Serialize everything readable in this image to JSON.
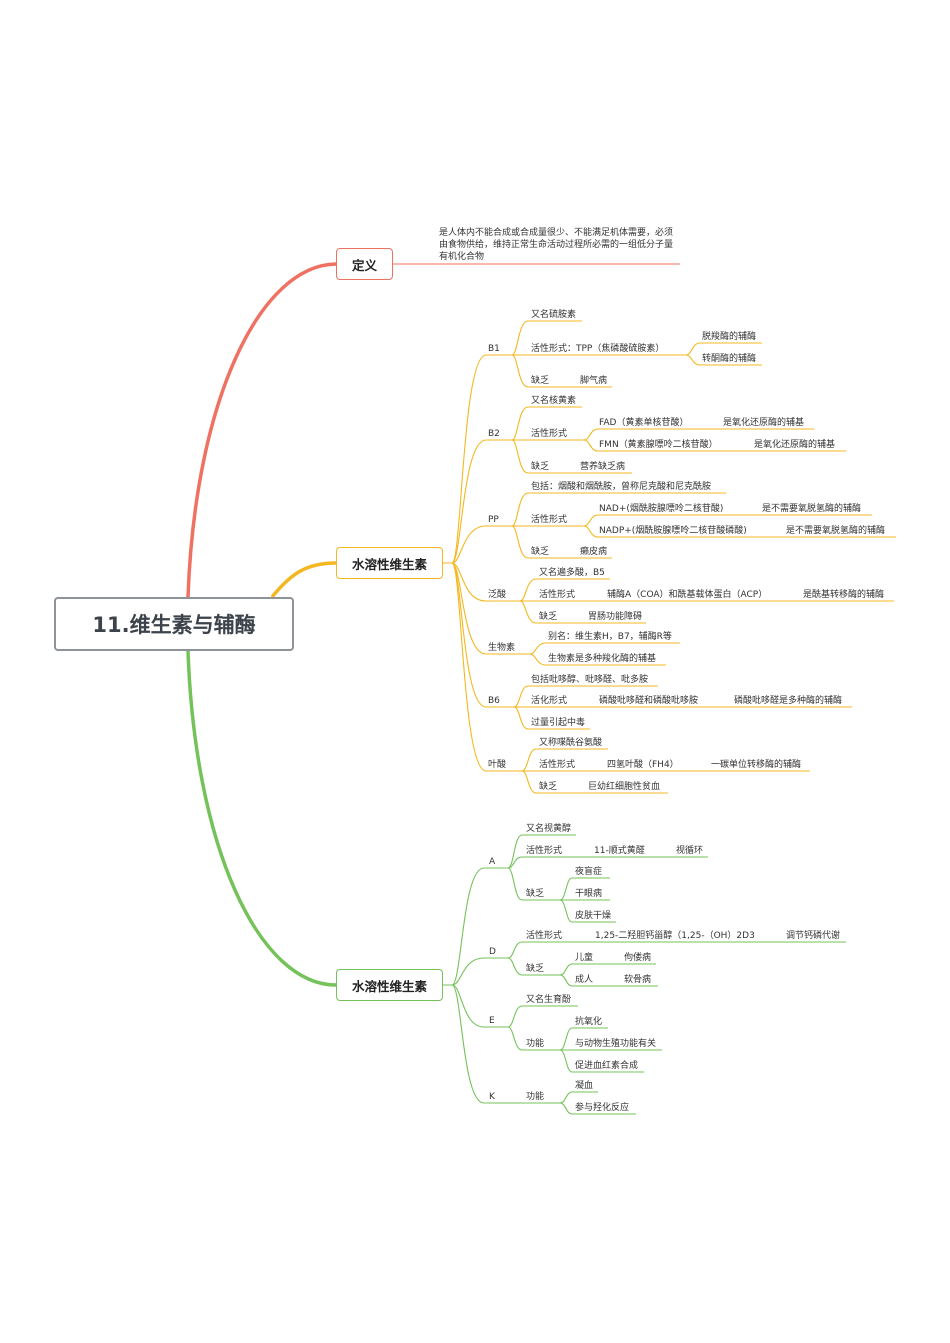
{
  "root": "11.维生素与辅酶",
  "colors": {
    "red": "#ef7162",
    "orange": "#f4b71f",
    "green": "#74c259"
  },
  "definition": {
    "title": "定义",
    "text": "是人体内不能合成或合成量很少、不能满足机体需要，必须由食物供给，维持正常生命活动过程所必需的一组低分子量有机化合物"
  },
  "water": {
    "title": "水溶性维生素",
    "b1": {
      "name": "B1",
      "alias": "又名硫胺素",
      "active_label": "活性形式：TPP（焦磷酸硫胺素）",
      "active_items": [
        "脱羧酶的辅酶",
        "转酮酶的辅酶"
      ],
      "lack_label": "缺乏",
      "lack": "脚气病"
    },
    "b2": {
      "name": "B2",
      "alias": "又名核黄素",
      "active_label": "活性形式",
      "fad": "FAD（黄素单核苷酸）",
      "fad_role": "是氧化还原酶的辅基",
      "fmn": "FMN（黄素腺嘌呤二核苷酸）",
      "fmn_role": "是氧化还原酶的辅基",
      "lack_label": "缺乏",
      "lack": "营养缺乏病"
    },
    "pp": {
      "name": "PP",
      "include": "包括：烟酸和烟酰胺，曾称尼克酸和尼克酰胺",
      "active_label": "活性形式",
      "nad": "NAD+(烟酰胺腺嘌呤二核苷酸)",
      "nad_role": "是不需要氧脱氢酶的辅酶",
      "nadp": "NADP+(烟酰胺腺嘌呤二核苷酸磷酸)",
      "nadp_role": "是不需要氧脱氢酶的辅酶",
      "lack_label": "缺乏",
      "lack": "癞皮病"
    },
    "pantothenic": {
      "name": "泛酸",
      "alias": "又名遍多酸，B5",
      "active_label": "活性形式",
      "active": "辅酶A（COA）和酰基载体蛋白（ACP）",
      "role": "是酰基转移酶的辅酶",
      "lack_label": "缺乏",
      "lack": "胃肠功能障碍"
    },
    "biotin": {
      "name": "生物素",
      "alias": "别名：维生素H，B7，辅酶R等",
      "desc": "生物素是多种羧化酶的辅基"
    },
    "b6": {
      "name": "B6",
      "include": "包括吡哆醇、吡哆醛、吡多胺",
      "active_label": "活化形式",
      "active": "磷酸吡哆醛和磷酸吡哆胺",
      "role": "磷酸吡哆醛是多种酶的辅酶",
      "excess": "过量引起中毒"
    },
    "folic": {
      "name": "叶酸",
      "alias": "又称喋酰谷氨酸",
      "active_label": "活性形式",
      "active": "四氢叶酸（FH4）",
      "role": "一碳单位转移酶的辅酶",
      "lack_label": "缺乏",
      "lack": "巨幼红细胞性贫血"
    }
  },
  "fat": {
    "title": "水溶性维生素",
    "a": {
      "name": "A",
      "alias": "又名视黄醇",
      "active_label": "活性形式",
      "active": "11-顺式黄醛",
      "role": "视循环",
      "lack_label": "缺乏",
      "lack": [
        "夜盲症",
        "干眼病",
        "皮肤干燥"
      ]
    },
    "d": {
      "name": "D",
      "active_label": "活性形式",
      "active": "1,25-二羟胆钙甾醇（1,25-（OH）2D3",
      "role": "调节钙磷代谢",
      "lack_label": "缺乏",
      "child": "儿童",
      "child_disease": "佝偻病",
      "adult": "成人",
      "adult_disease": "软骨病"
    },
    "e": {
      "name": "E",
      "alias": "又名生育酚",
      "func_label": "功能",
      "funcs": [
        "抗氧化",
        "与动物生殖功能有关",
        "促进血红素合成"
      ]
    },
    "k": {
      "name": "K",
      "func_label": "功能",
      "funcs": [
        "凝血",
        "参与羟化反应"
      ]
    }
  }
}
